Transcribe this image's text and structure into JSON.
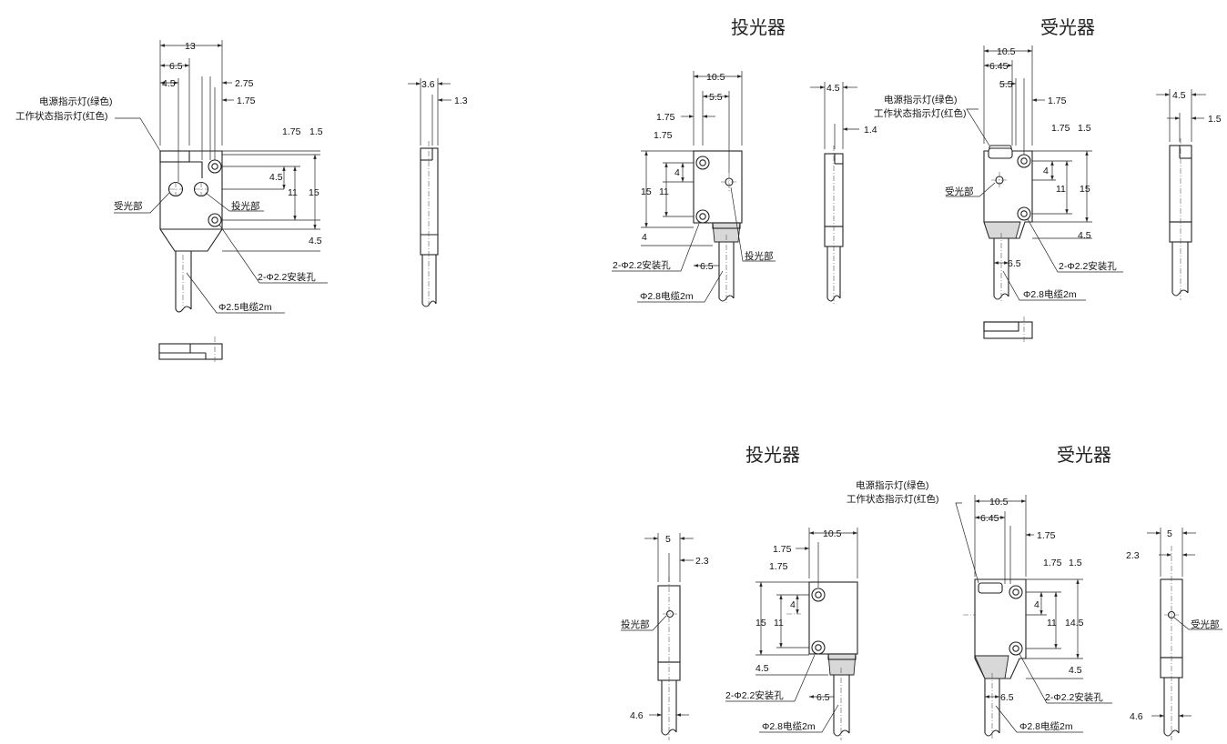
{
  "titles": {
    "top_emitter": "投光器",
    "top_receiver": "受光器",
    "bottom_emitter": "投光器",
    "bottom_receiver": "受光器"
  },
  "labels": {
    "power_led": "电源指示灯(绿色)",
    "status_led": "工作状态指示灯(红色)",
    "receiver_part": "受光部",
    "emitter_part": "投光部",
    "mount_holes": "2-Φ2.2安装孔",
    "cable_25": "Φ2.5电缆2m",
    "cable_28": "Φ2.8电缆2m"
  },
  "dimensions": {
    "d13": "13",
    "d6_5": "6.5",
    "d4_5": "4.5",
    "d2_75": "2.75",
    "d1_75": "1.75",
    "d1_5": "1.5",
    "d15": "15",
    "d11": "11",
    "d4": "4",
    "d3_6": "3.6",
    "d1_3": "1.3",
    "d10_5": "10.5",
    "d5_5": "5.5",
    "d1_4": "1.4",
    "d6_45": "6.45",
    "d5": "5",
    "d2_3": "2.3",
    "d4_6": "4.6",
    "d14_5": "14.5"
  }
}
